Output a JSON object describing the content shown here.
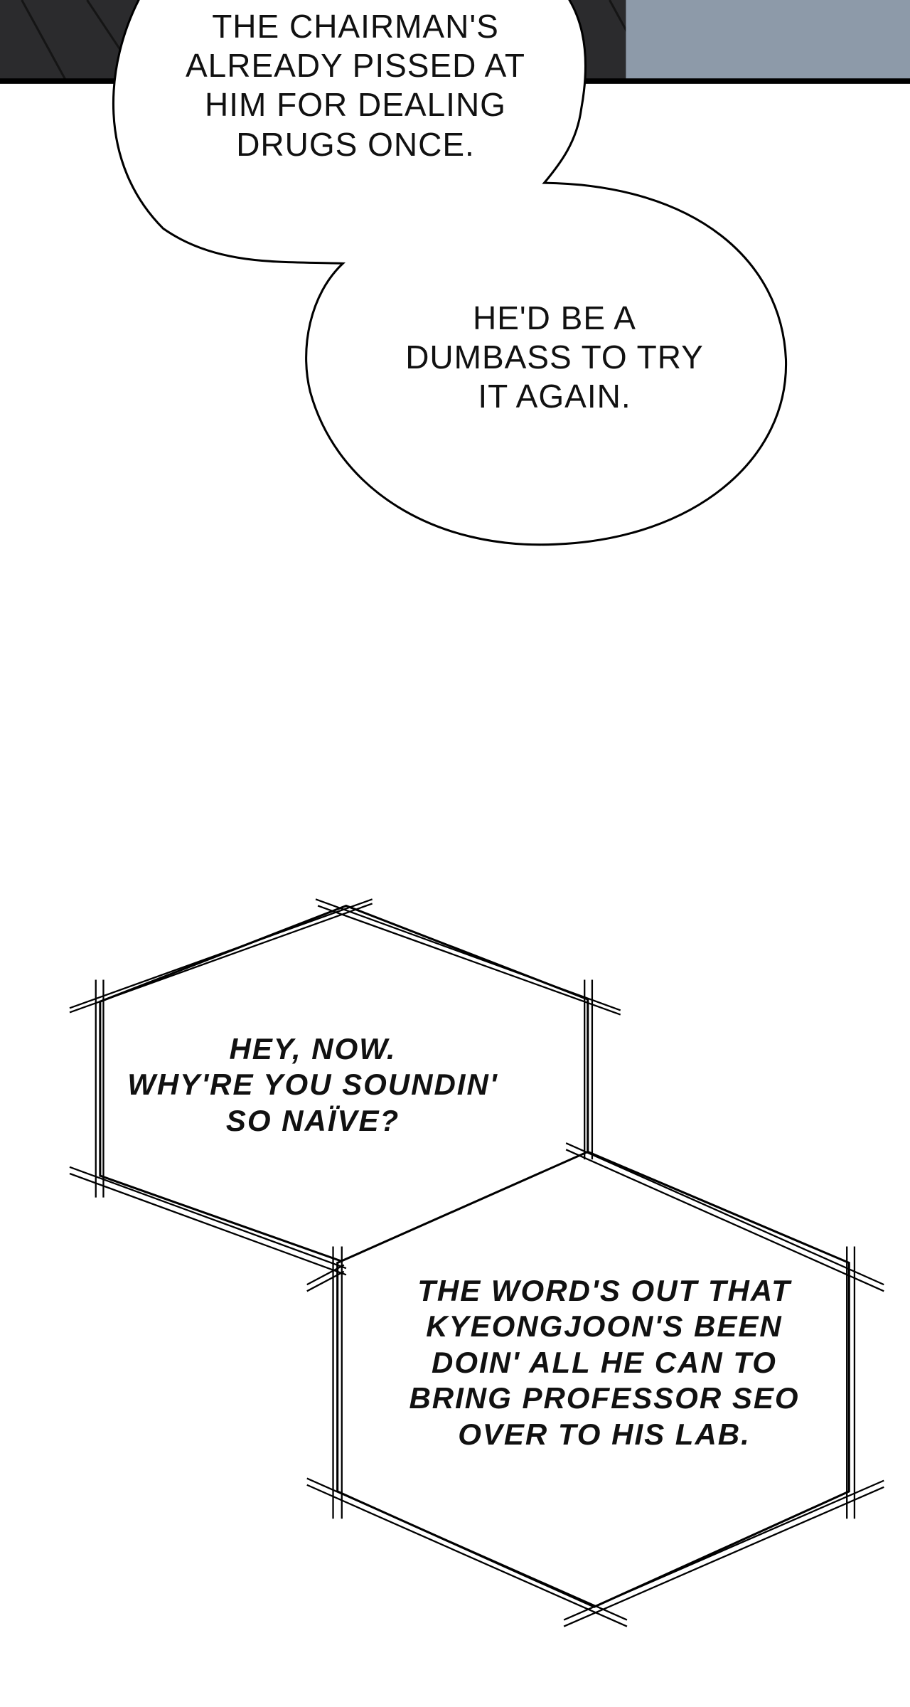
{
  "panels": {
    "bubbles": [
      {
        "text": "THE CHAIRMAN'S\nALREADY PISSED AT\nHIM FOR DEALING\nDRUGS ONCE."
      },
      {
        "text": "HE'D BE A\nDUMBASS TO TRY\nIT AGAIN."
      }
    ],
    "boxes": [
      {
        "text": "HEY, NOW.\nWHY'RE YOU SOUNDIN'\nSO NAÏVE?"
      },
      {
        "text": "THE WORD'S OUT THAT\nKYEONGJOON'S BEEN\nDOIN' ALL HE CAN TO\nBRING PROFESSOR SEO\nOVER TO HIS LAB."
      }
    ]
  },
  "colors": {
    "dark_panel": "#2b2b2d",
    "sky": "#8d9aa9",
    "border": "#000000"
  }
}
